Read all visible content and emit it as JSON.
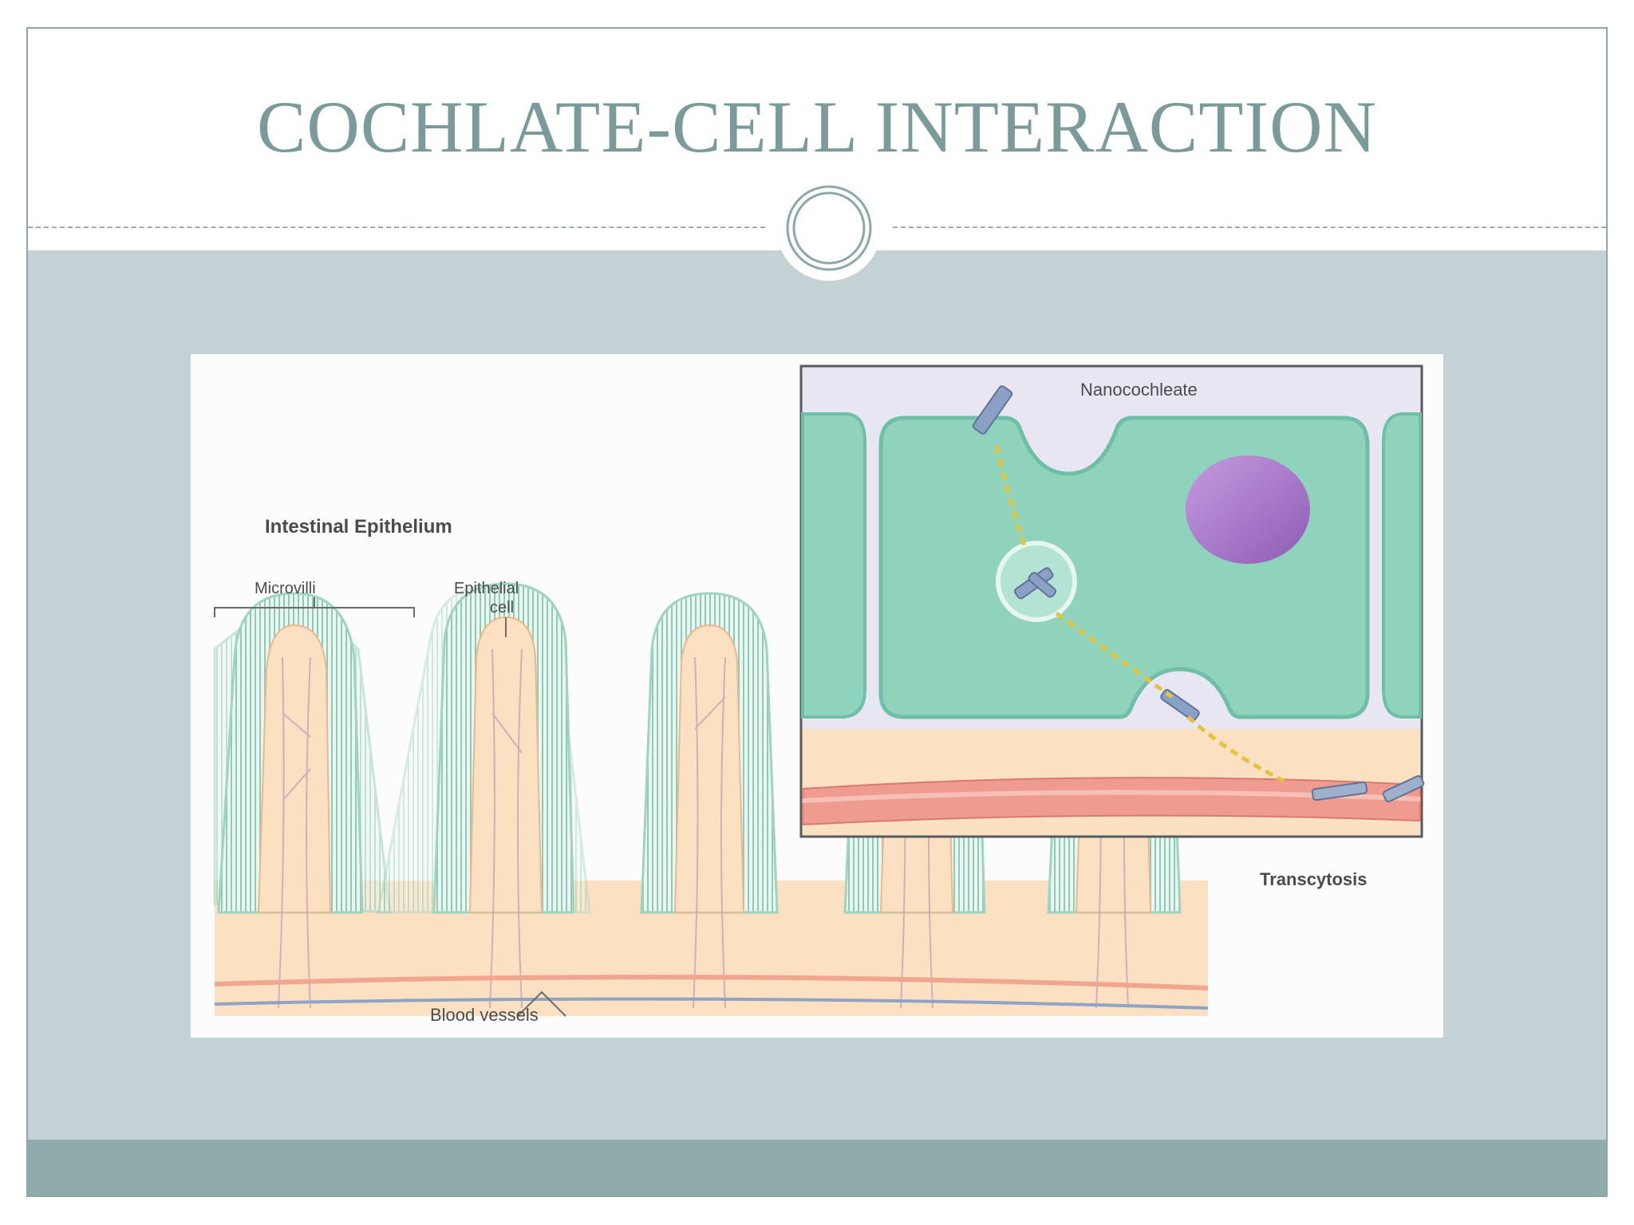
{
  "slide": {
    "title": "COCHLATE-CELL INTERACTION"
  },
  "diagram": {
    "left_panel": {
      "heading": "Intestinal Epithelium",
      "label_microvilli": "Microvilli",
      "label_epithelial_1": "Epithelial",
      "label_epithelial_2": "cell",
      "label_blood_vessels": "Blood vessels"
    },
    "inset_panel": {
      "label_nanocochleate": "Nanocochleate",
      "label_transcytosis": "Transcytosis"
    }
  },
  "colors": {
    "title": "#7b9b9b",
    "content_band": "#c4d2d6",
    "footer_band": "#8fabac",
    "cell_green": "#8fd3bd",
    "tissue_peach": "#fbe1c2",
    "nucleus_purple": "#a877c9",
    "vessel_red": "#f09b8f"
  }
}
